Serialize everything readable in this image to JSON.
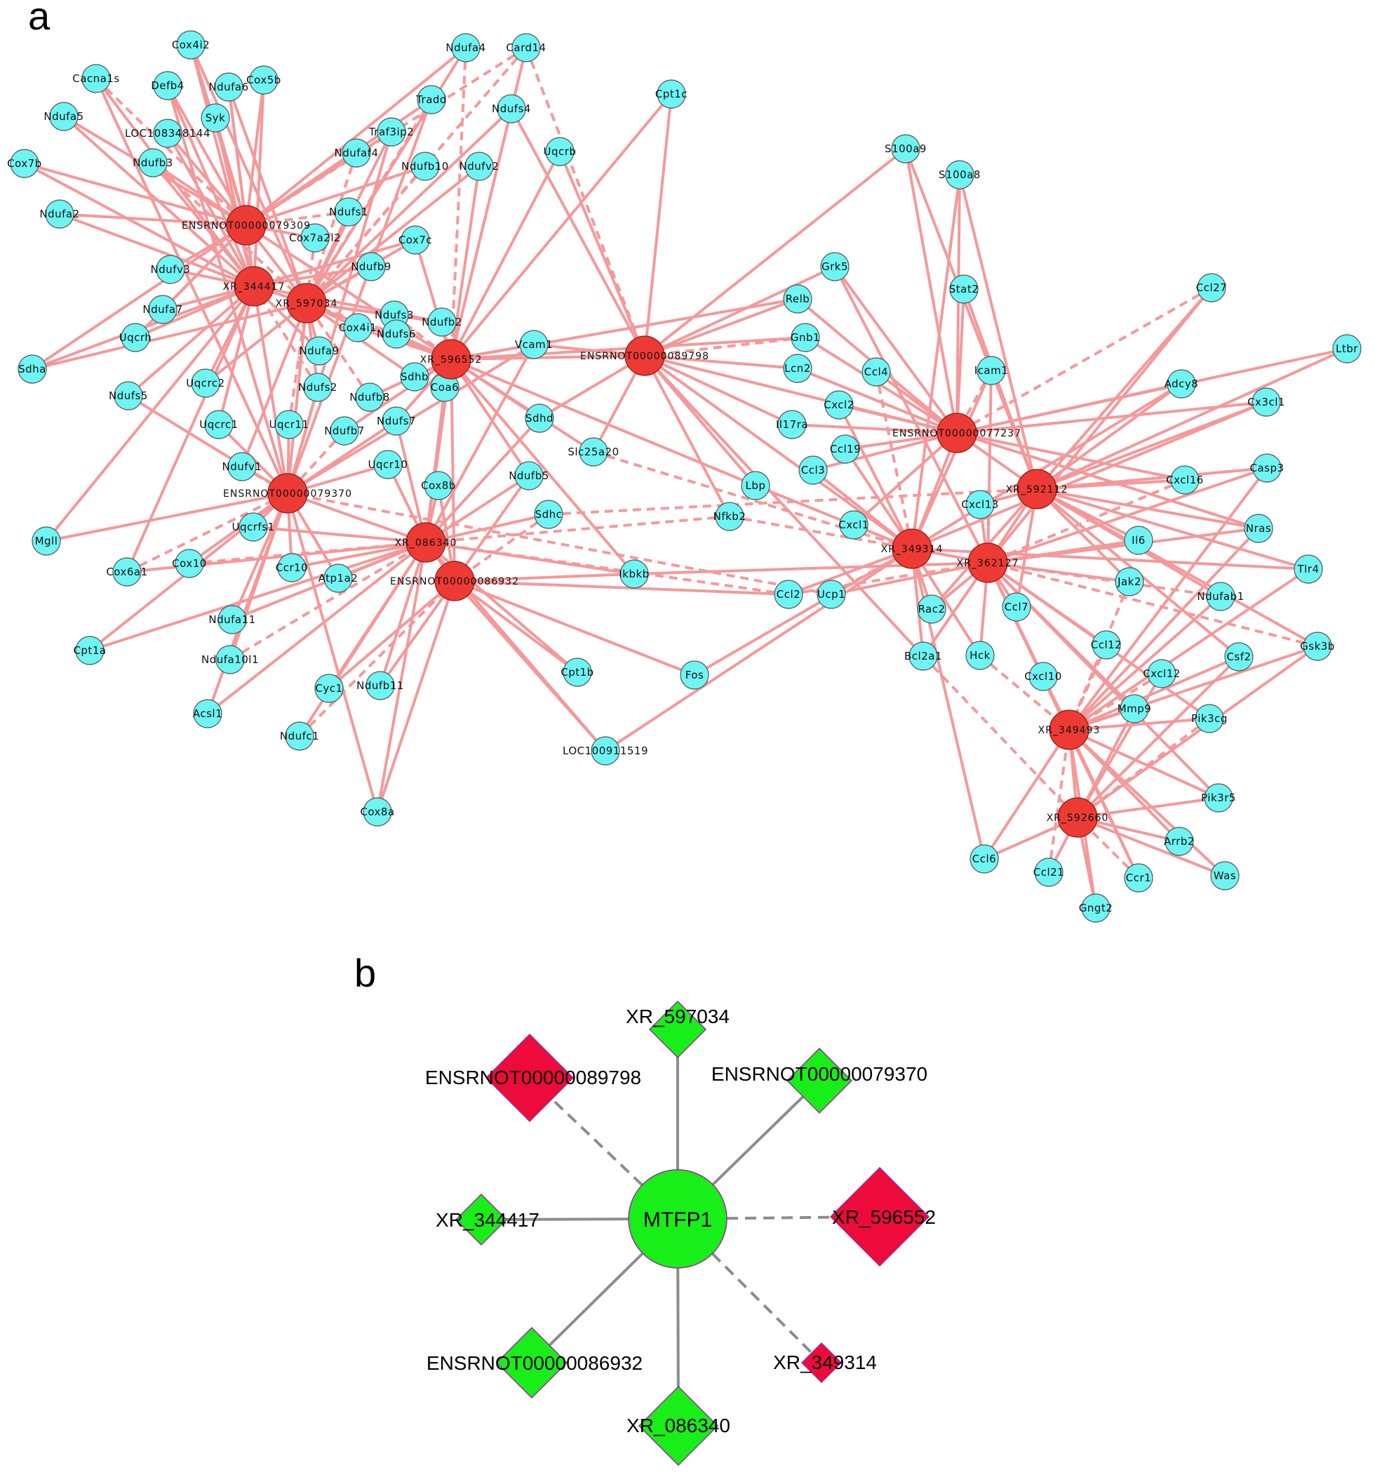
{
  "panels": {
    "a": "a",
    "b": "b"
  },
  "colors": {
    "edge_a": "#f4999b",
    "gene_fill": "#6ff4f4",
    "gene_stroke": "#555555",
    "lnc_fill": "#ee3a34",
    "lnc_stroke": "#8a1a14",
    "edge_b": "#8c8c8c",
    "up_fill": "#ee0b3c",
    "down_fill": "#18ee18",
    "b_stroke": "#9a2aa0"
  },
  "network_a": {
    "lncRNAs": [
      "ENSRNOT00000079309",
      "XR_344417",
      "XR_597034",
      "XR_596552",
      "ENSRNOT00000089798",
      "ENSRNOT00000079370",
      "XR_086340",
      "ENSRNOT00000086932",
      "ENSRNOT00000077237",
      "XR_592112",
      "XR_349314",
      "XR_362127",
      "XR_349493",
      "XR_592660"
    ],
    "genes": [
      "Cox4i2",
      "Ndufa4",
      "Card14",
      "Cacna1s",
      "Defb4",
      "Ndufa6",
      "Cox5b",
      "Syk",
      "LOC108348144",
      "Tradd",
      "Ndufs4",
      "Cpt1c",
      "Traf3ip2",
      "Ndufa5",
      "Cox7b",
      "Ndufb3",
      "Ndufaf4",
      "Ndufb10",
      "Ndufv2",
      "Uqcrb",
      "S100a9",
      "S100a8",
      "Ndufa2",
      "Ndufs1",
      "Cox7a2l2",
      "Cox7c",
      "Ndufb9",
      "Ndufv3",
      "Grk5",
      "Stat2",
      "Ccl27",
      "Ndufs3",
      "Relb",
      "Ndufa7",
      "Cox4i1",
      "Ndufb2",
      "Uqcrh",
      "Ndufs6",
      "Gnb1",
      "Ndufa9",
      "Vcam1",
      "Ltbr",
      "Sdha",
      "Lcn2",
      "Ccl4",
      "Icam1",
      "Adcy8",
      "Sdhb",
      "Uqcrc2",
      "Ndufs5",
      "Ndufs2",
      "Ndufb8",
      "Coa6",
      "Cxcl2",
      "Cx3cl1",
      "Sdhd",
      "Il17ra",
      "Uqcrc1",
      "Uqcr11",
      "Ndufb7",
      "Ndufs7",
      "Ccl19",
      "Slc25a20",
      "Ccl3",
      "Casp3",
      "Cxcl16",
      "Ndufv1",
      "Uqcr10",
      "Cox8b",
      "Lbp",
      "Ndufb5",
      "Cxcl13",
      "Nfkb2",
      "Sdhc",
      "Cxcl1",
      "Nras",
      "Uqcrfs1",
      "Mgll",
      "Il6",
      "Cox10",
      "Cox6a1",
      "Ccr10",
      "Atp1a2",
      "Ikbkb",
      "Tlr4",
      "Jak2",
      "Ccl2",
      "Ucp1",
      "Ndufab1",
      "Ndufa11",
      "Rac2",
      "Ccl7",
      "Cpt1a",
      "Ndufa10l1",
      "Ccl12",
      "Gsk3b",
      "Bcl2a1",
      "Csf2",
      "Cpt1b",
      "Fos",
      "Hck",
      "Cxcl12",
      "Cyc1",
      "Ndufb11",
      "Cxcl10",
      "Mmp9",
      "Acsl1",
      "Pik3cg",
      "Ndufc1",
      "LOC100911519",
      "Pik3r5",
      "Cox8a",
      "Arrb2",
      "Ccl6",
      "Ccl21",
      "Ccr1",
      "Was",
      "Gngt2"
    ]
  },
  "network_b": {
    "hub": "MTFP1",
    "nodes": [
      {
        "label": "XR_597034",
        "regulation": "down",
        "edge": "solid"
      },
      {
        "label": "ENSRNOT00000089798",
        "regulation": "up",
        "edge": "dashed"
      },
      {
        "label": "ENSRNOT00000079370",
        "regulation": "down",
        "edge": "solid"
      },
      {
        "label": "XR_344417",
        "regulation": "down",
        "edge": "solid"
      },
      {
        "label": "XR_596552",
        "regulation": "up",
        "edge": "dashed"
      },
      {
        "label": "ENSRNOT00000086932",
        "regulation": "down",
        "edge": "solid"
      },
      {
        "label": "XR_349314",
        "regulation": "up",
        "edge": "dashed"
      },
      {
        "label": "XR_086340",
        "regulation": "down",
        "edge": "solid"
      }
    ]
  }
}
